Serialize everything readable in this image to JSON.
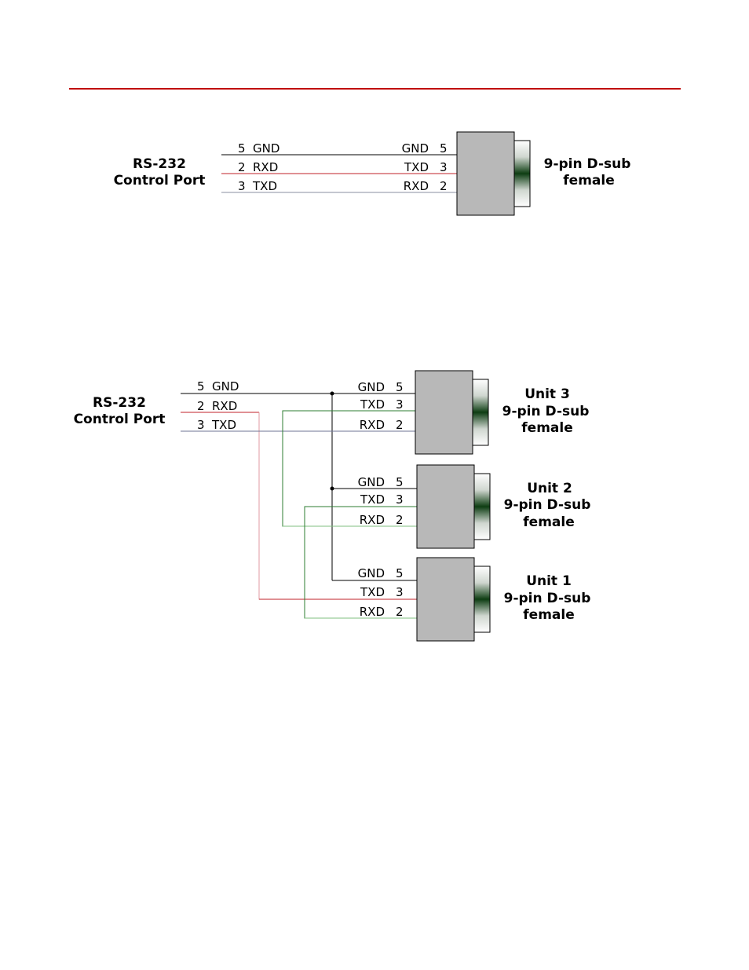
{
  "colors": {
    "rule": "#c00000",
    "wire_black": "#000000",
    "wire_red": "#c0202a",
    "wire_gray": "#8a8fa0",
    "wire_green": "#2e7d32",
    "wire_pink": "#e09aa0",
    "wire_lightgreen": "#7fbf7f",
    "connector_body": "#b8b8b8"
  },
  "diagram1": {
    "port_line1": "RS-232",
    "port_line2": "Control Port",
    "left_pins": [
      {
        "num": "5",
        "name": "GND"
      },
      {
        "num": "2",
        "name": "RXD"
      },
      {
        "num": "3",
        "name": "TXD"
      }
    ],
    "right_pins": [
      {
        "name": "GND",
        "num": "5"
      },
      {
        "name": "TXD",
        "num": "3"
      },
      {
        "name": "RXD",
        "num": "2"
      }
    ],
    "conn_line1": "9-pin D-sub",
    "conn_line2": "female"
  },
  "diagram2": {
    "port_line1": "RS-232",
    "port_line2": "Control Port",
    "left_pins": [
      {
        "num": "5",
        "name": "GND"
      },
      {
        "num": "2",
        "name": "RXD"
      },
      {
        "num": "3",
        "name": "TXD"
      }
    ],
    "units": [
      {
        "title": "Unit 3",
        "line2": "9-pin D-sub",
        "line3": "female",
        "pins": [
          {
            "name": "GND",
            "num": "5"
          },
          {
            "name": "TXD",
            "num": "3"
          },
          {
            "name": "RXD",
            "num": "2"
          }
        ]
      },
      {
        "title": "Unit 2",
        "line2": "9-pin D-sub",
        "line3": "female",
        "pins": [
          {
            "name": "GND",
            "num": "5"
          },
          {
            "name": "TXD",
            "num": "3"
          },
          {
            "name": "RXD",
            "num": "2"
          }
        ]
      },
      {
        "title": "Unit 1",
        "line2": "9-pin D-sub",
        "line3": "female",
        "pins": [
          {
            "name": "GND",
            "num": "5"
          },
          {
            "name": "TXD",
            "num": "3"
          },
          {
            "name": "RXD",
            "num": "2"
          }
        ]
      }
    ]
  }
}
